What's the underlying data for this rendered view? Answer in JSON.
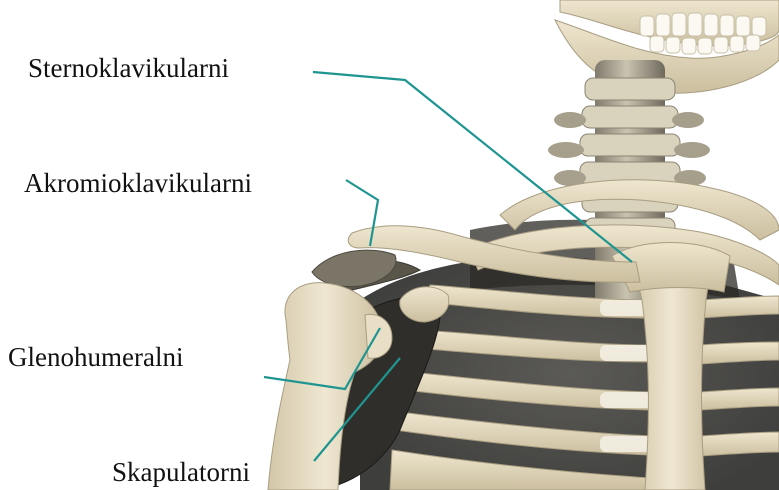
{
  "labels": {
    "sternoclavicular": "Sternoklavikularni",
    "acromioclavicular": "Akromioklavikularni",
    "glenohumeral": "Glenohumeralni",
    "scapulothoracic": "Skapulatorni"
  },
  "colors": {
    "leader_line": "#1e9590",
    "bone": "#e6dcc3",
    "bone_shadow": "#b7ab90",
    "background": "#ffffff",
    "text": "#111111"
  }
}
